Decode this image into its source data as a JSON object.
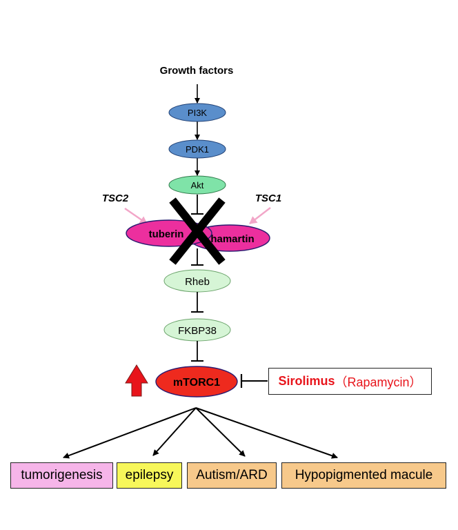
{
  "title": "Growth factors",
  "nodes": {
    "pi3k": {
      "label": "PI3K",
      "fill": "#5a8ecb"
    },
    "pdk1": {
      "label": "PDK1",
      "fill": "#5a8ecb"
    },
    "akt": {
      "label": "Akt",
      "fill": "#7fe3a8"
    },
    "tuberin": {
      "label": "tuberin",
      "fill": "#ec2f9e"
    },
    "hamartin": {
      "label": "hamartin",
      "fill": "#ec2f9e"
    },
    "rheb": {
      "label": "Rheb",
      "fill": "#d6f5d6"
    },
    "fkbp38": {
      "label": "FKBP38",
      "fill": "#d6f5d6"
    },
    "mtorc1": {
      "label": "mTORC1",
      "fill": "#ee2a1e"
    }
  },
  "gene_labels": {
    "tsc2": "TSC2",
    "tsc1": "TSC1"
  },
  "drug": {
    "name": "Sirolimus",
    "alt": "（Rapamycin）",
    "color": "#e8141b"
  },
  "outcomes": [
    {
      "label": "tumorigenesis",
      "fill": "#f6b5e9"
    },
    {
      "label": "epilepsy",
      "fill": "#f7f75a"
    },
    {
      "label": "Autism/ARD",
      "fill": "#f7c98b"
    },
    {
      "label": "Hypopigmented macule",
      "fill": "#f7c98b"
    }
  ],
  "colors": {
    "pink_arrow": "#f2a6c8",
    "up_arrow": "#e8141b"
  }
}
